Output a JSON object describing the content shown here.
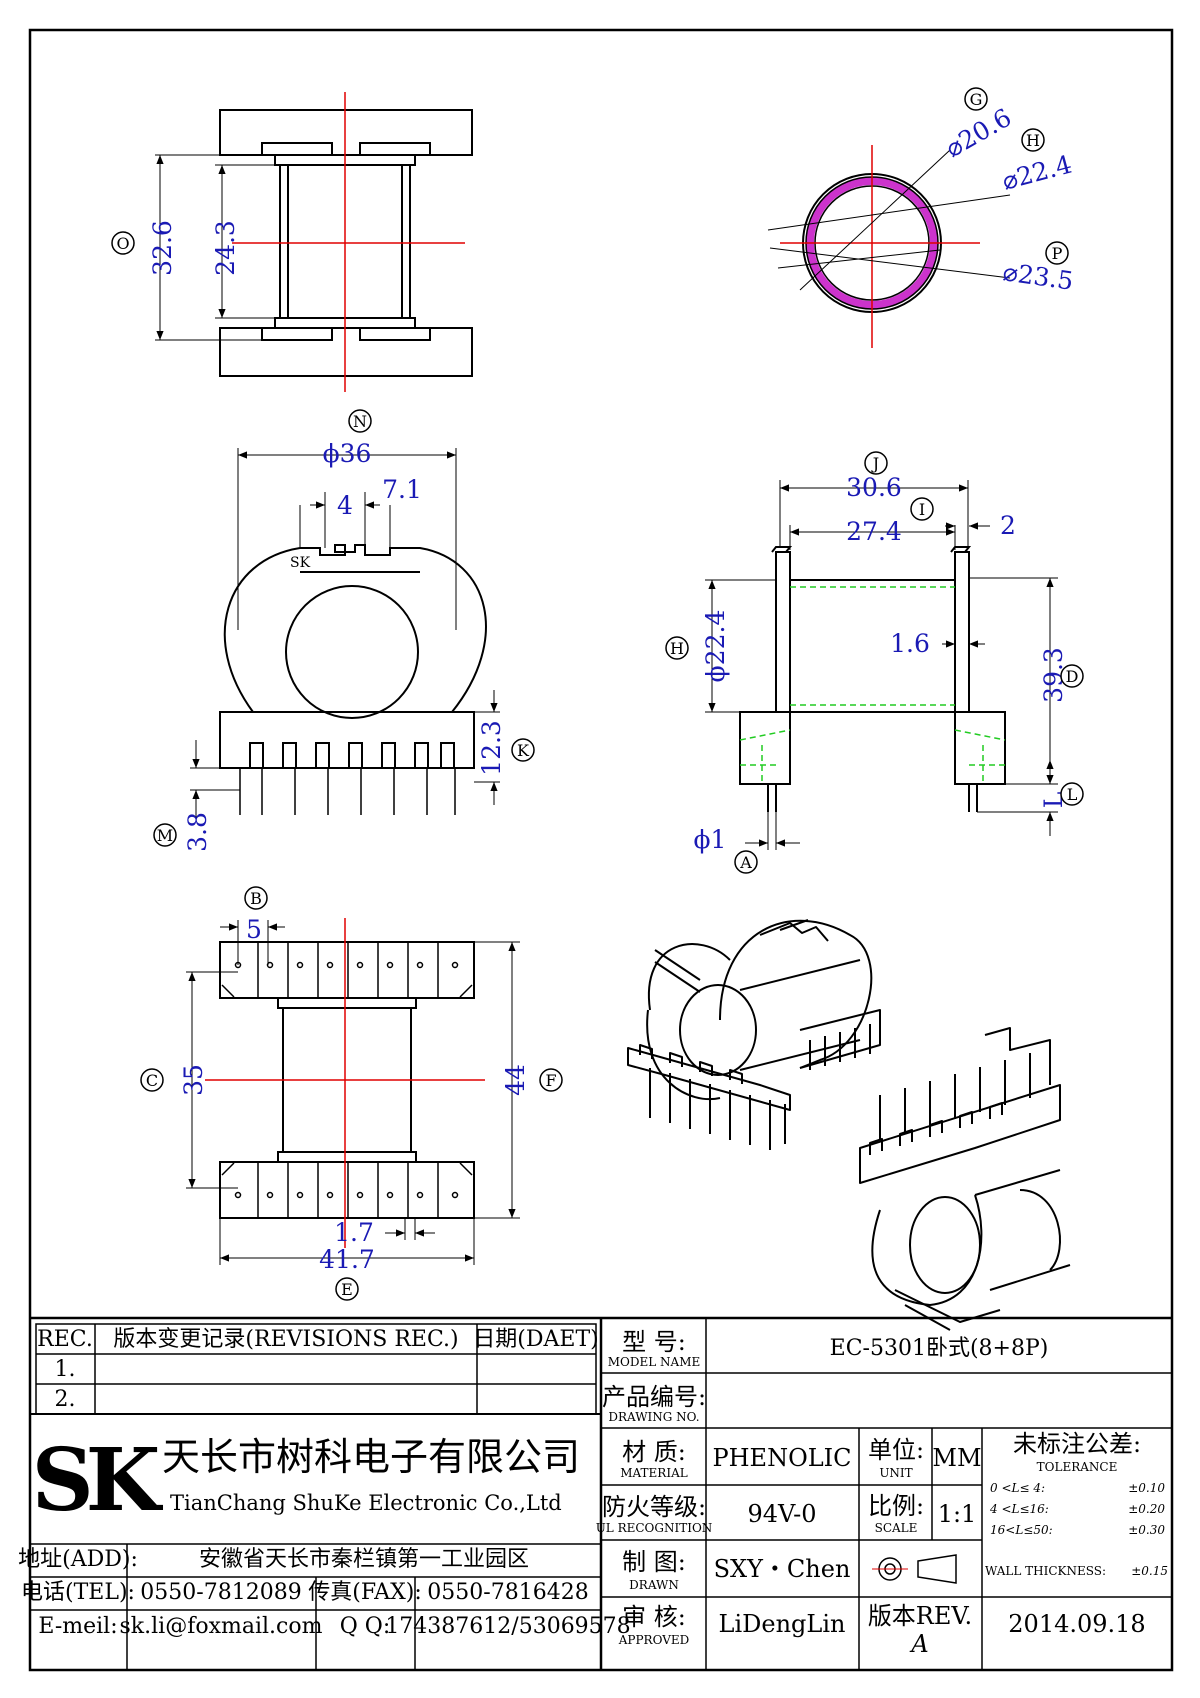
{
  "colors": {
    "outline": "#000000",
    "centerline": "#e00000",
    "dimension": "#1a1ab4",
    "hidden_line": "#22cc22",
    "wall_fill": "#cc33cc"
  },
  "callouts": {
    "A": "A",
    "B": "B",
    "C": "C",
    "D": "D",
    "E": "E",
    "F": "F",
    "G": "G",
    "H": "H",
    "I": "I",
    "J": "J",
    "K": "K",
    "L": "L",
    "M": "M",
    "N": "N",
    "O": "O",
    "P": "P"
  },
  "dimensions": {
    "top_view": {
      "outer_height": "32.6",
      "inner_height": "24.3"
    },
    "section": {
      "d_inner": "⌀20.6",
      "d_mid": "⌀22.4",
      "d_outer": "⌀23.5"
    },
    "front_view": {
      "flange_dia": "ϕ36",
      "slot_width": "4",
      "slot_span": "7.1",
      "base_height": "12.3",
      "pin_length": "3.8",
      "logo": "SK"
    },
    "side_view": {
      "overall_width": "30.6",
      "inner_width": "27.4",
      "flange_thk": "2",
      "wall": "1.6",
      "height": "39.3",
      "bore": "ϕ22.4",
      "pin_dia": "ϕ1",
      "pin_len": "L"
    },
    "bottom_view": {
      "pitch": "5",
      "inner_length": "35",
      "overall_length": "44",
      "pin_width": "1.7",
      "overall_width": "41.7"
    }
  },
  "title_block": {
    "revisions": {
      "rec_header": "REC.",
      "change_header": "版本变更记录(REVISIONS REC.)",
      "date_header": "日期(DAET)",
      "rows": [
        "1.",
        "2."
      ]
    },
    "company": {
      "logo": "SK",
      "name_cn": "天长市树科电子有限公司",
      "name_en": "TianChang ShuKe Electronic Co.,Ltd"
    },
    "contact": {
      "address_label": "地址(ADD):",
      "address": "安徽省天长市秦栏镇第一工业园区",
      "tel_label": "电话(TEL):",
      "tel": "0550-7812089",
      "fax_label": "传真(FAX):",
      "fax": "0550-7816428",
      "email_label": "E-meil:",
      "email": "sk.li@foxmail.com",
      "qq_label": "Q Q:",
      "qq": "174387612/53069578"
    },
    "fields": {
      "model_label_cn": "型 号:",
      "model_label_en": "MODEL NAME",
      "model": "EC-5301卧式(8+8P)",
      "drawing_label_cn": "产品编号:",
      "drawing_label_en": "DRAWING NO.",
      "drawing_no": "",
      "material_label_cn": "材 质:",
      "material_label_en": "MATERIAL",
      "material": "PHENOLIC",
      "unit_label_cn": "单位:",
      "unit_label_en": "UNIT",
      "unit": "MM",
      "ul_label_cn": "防火等级:",
      "ul_label_en": "UL RECOGNITION",
      "ul": "94V-0",
      "scale_label_cn": "比例:",
      "scale_label_en": "SCALE",
      "scale": "1:1",
      "drawn_label_cn": "制 图:",
      "drawn_label_en": "DRAWN",
      "drawn": "SXY・Chen",
      "approved_label_cn": "审 核:",
      "approved_label_en": "APPROVED",
      "approved": "LiDengLin",
      "rev_label": "版本REV.",
      "rev": "A",
      "date": "2014.09.18"
    },
    "tolerance": {
      "title_cn": "未标注公差:",
      "title_en": "TOLERANCE",
      "rows": [
        {
          "range": "0 <L≤ 4:",
          "value": "±0.10"
        },
        {
          "range": "4 <L≤16:",
          "value": "±0.20"
        },
        {
          "range": "16<L≤50:",
          "value": "±0.30"
        }
      ],
      "wall_label": "WALL THICKNESS:",
      "wall_value": "±0.15"
    }
  }
}
